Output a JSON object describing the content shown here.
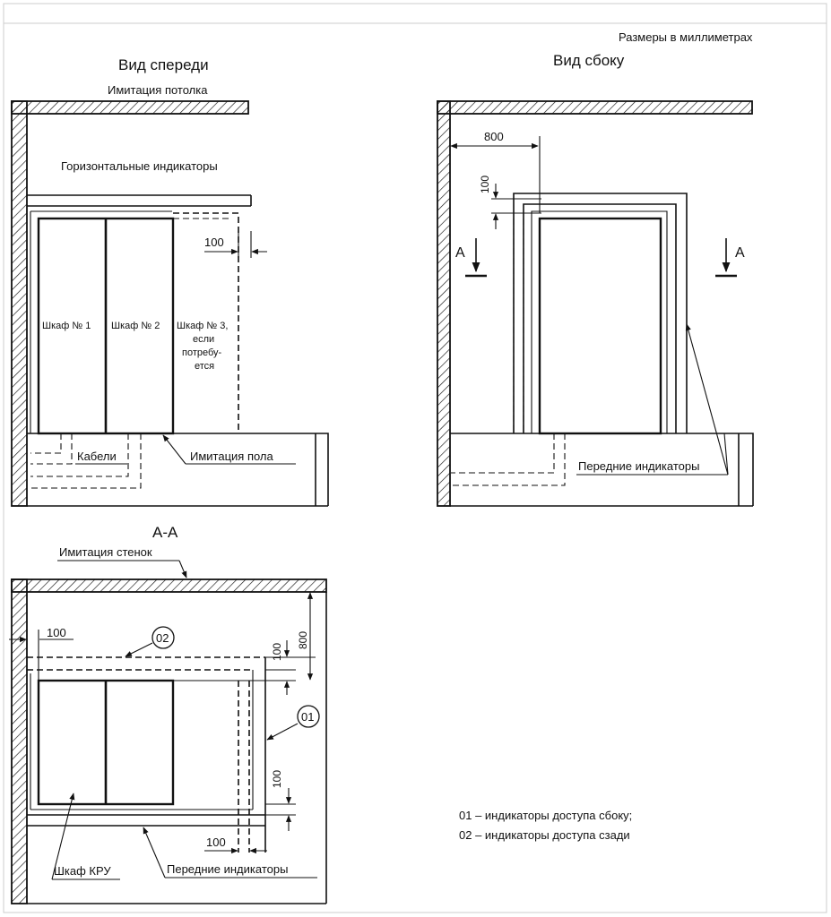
{
  "labels": {
    "units": "Размеры в миллиметрах",
    "front_title": "Вид спереди",
    "side_title": "Вид сбоку",
    "ceiling": "Имитация потолка",
    "horizontal_indicators": "Горизонтальные индикаторы",
    "cabinet1": "Шкаф № 1",
    "cabinet2": "Шкаф № 2",
    "cabinet3_l1": "Шкаф № 3,",
    "cabinet3_l2": "если",
    "cabinet3_l3": "потребу-",
    "cabinet3_l4": "ется",
    "cables": "Кабели",
    "floor": "Имитация пола",
    "front_indicators": "Передние индикаторы",
    "section_aa": "А-А",
    "section_mark": "А",
    "walls": "Имитация стенок",
    "cabinet_kru": "Шкаф КРУ",
    "front_indicators_2": "Передние индикаторы",
    "callout_01": "01",
    "callout_02": "02",
    "legend_01": "01 – индикаторы доступа сбоку;",
    "legend_02": "02 – индикаторы доступа сзади"
  },
  "dimensions": {
    "front_gap": "100",
    "side_800": "800",
    "side_100": "100",
    "plan_100_left": "100",
    "plan_100_right": "100",
    "plan_800": "800",
    "plan_100_bottom_right": "100",
    "plan_100_bottom": "100"
  },
  "colors": {
    "ink": "#111111",
    "background": "#ffffff",
    "border": "#cccccc"
  }
}
